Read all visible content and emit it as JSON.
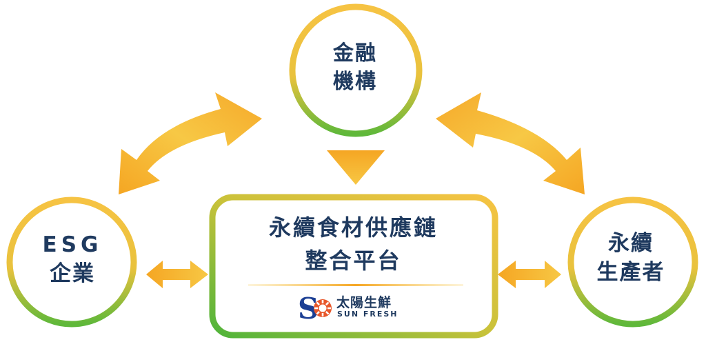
{
  "nodes": {
    "finance": {
      "line1": "金融",
      "line2": "機構"
    },
    "esg": {
      "line1": "ESG",
      "line2": "企業"
    },
    "producer": {
      "line1": "永續",
      "line2": "生產者"
    }
  },
  "platform": {
    "line1": "永續食材供應鏈",
    "line2": "整合平台"
  },
  "brand": {
    "name_cn": "太陽生鮮",
    "name_en": "SUN FRESH",
    "logo_letter": "S"
  },
  "colors": {
    "navy_text": "#1f3a5f",
    "arrow_orange": "#f5a623",
    "arrow_yellow": "#f7c744",
    "ring_yellow": "#f6c343",
    "ring_green": "#6bbf3a",
    "logo_blue": "#1c3f94",
    "logo_orange": "#e8572a"
  }
}
